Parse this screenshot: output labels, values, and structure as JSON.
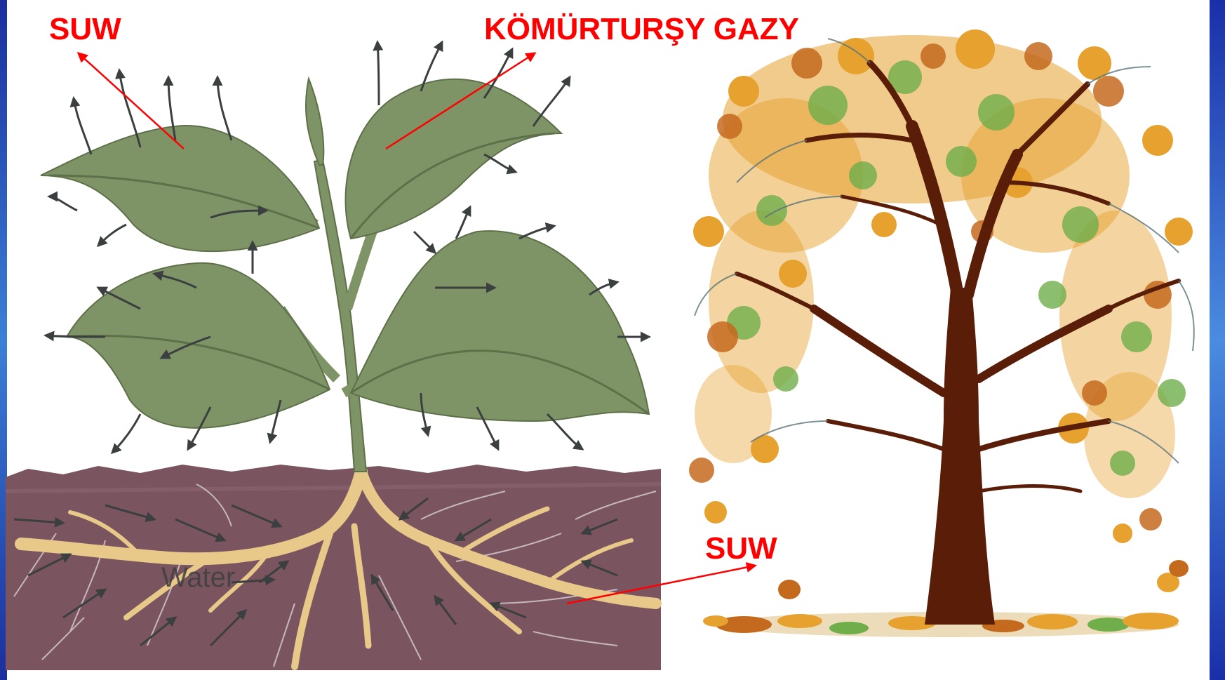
{
  "labels": {
    "water_top": "SUW",
    "carbon_dioxide": "KÖMÜRTURŞY  GAZY",
    "water_roots": "SUW"
  },
  "plant": {
    "root_annotation": "Water"
  },
  "colors": {
    "label": "#ff0000",
    "leaf": "#7f9466",
    "leaf_dark": "#5d7049",
    "soil": "#7a5560",
    "root": "#e8c98a",
    "trunk": "#5a1d08",
    "foliage_orange": "#e6a12e",
    "foliage_green": "#6fae4b"
  }
}
